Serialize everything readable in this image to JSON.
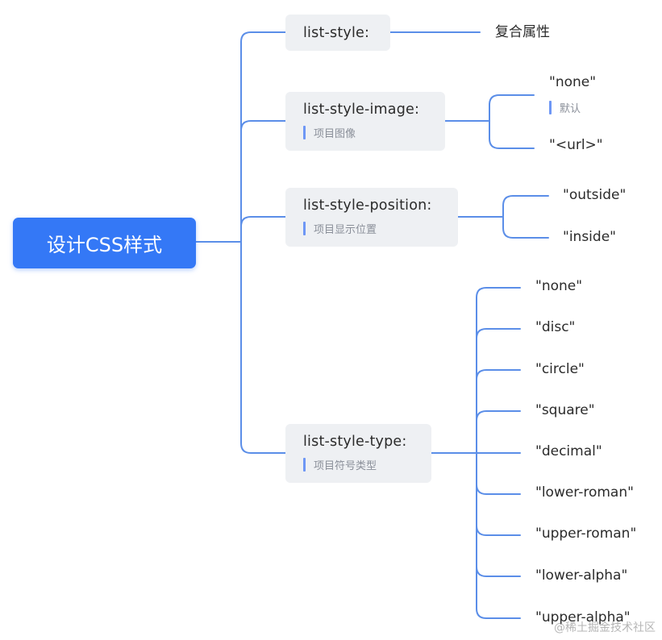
{
  "colors": {
    "accent": "#3478f6",
    "line": "#5b8ee8",
    "node_bg": "#eef0f3"
  },
  "root": {
    "label": "设计CSS样式"
  },
  "branches": [
    {
      "title": "list-style:",
      "leaves": [
        {
          "text": "复合属性"
        }
      ]
    },
    {
      "title": "list-style-image:",
      "note": "项目图像",
      "leaves": [
        {
          "text": "\"none\"",
          "note": "默认"
        },
        {
          "text": "\"<url>\""
        }
      ]
    },
    {
      "title": "list-style-position:",
      "note": "项目显示位置",
      "leaves": [
        {
          "text": "\"outside\""
        },
        {
          "text": "\"inside\""
        }
      ]
    },
    {
      "title": "list-style-type:",
      "note": "项目符号类型",
      "leaves": [
        {
          "text": "\"none\""
        },
        {
          "text": "\"disc\""
        },
        {
          "text": "\"circle\""
        },
        {
          "text": "\"square\""
        },
        {
          "text": "\"decimal\""
        },
        {
          "text": "\"lower-roman\""
        },
        {
          "text": "\"upper-roman\""
        },
        {
          "text": "\"lower-alpha\""
        },
        {
          "text": "\"upper-alpha\""
        }
      ]
    }
  ],
  "watermark": "@稀土掘金技术社区"
}
